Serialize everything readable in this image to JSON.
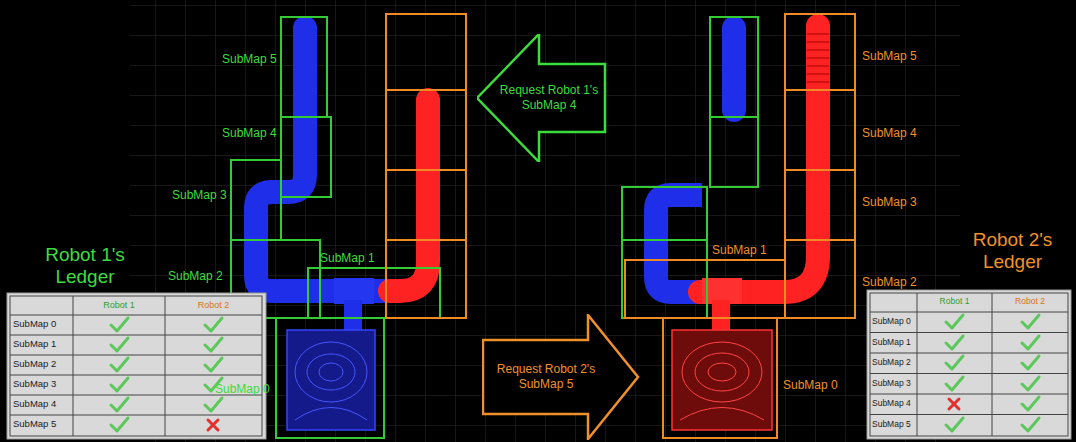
{
  "diagram": {
    "nodes": [
      {
        "text": [
          "Request Robot 1's SubMap 4"
        ]
      },
      {
        "text": [
          "Request Robot 2's SubMap 5"
        ]
      }
    ],
    "labels": [
      "SubMap 5",
      "SubMap 4",
      "SubMap 3",
      "SubMap 2",
      "SubMap 1",
      "SubMap 0",
      "SubMap 5",
      "SubMap 4",
      "SubMap 3",
      "SubMap 2",
      "SubMap 1",
      "SubMap 0",
      "Robot 1's Ledger",
      "Robot 1",
      "Robot 2",
      "SubMap 0",
      "SubMap 1",
      "SubMap 2",
      "SubMap 3",
      "SubMap 4",
      "SubMap 5",
      "Robot 2's Ledger",
      "Robot 1",
      "Robot 2",
      "SubMap 0",
      "SubMap 1",
      "SubMap 2",
      "SubMap 3",
      "SubMap 4",
      "SubMap 5"
    ]
  }
}
